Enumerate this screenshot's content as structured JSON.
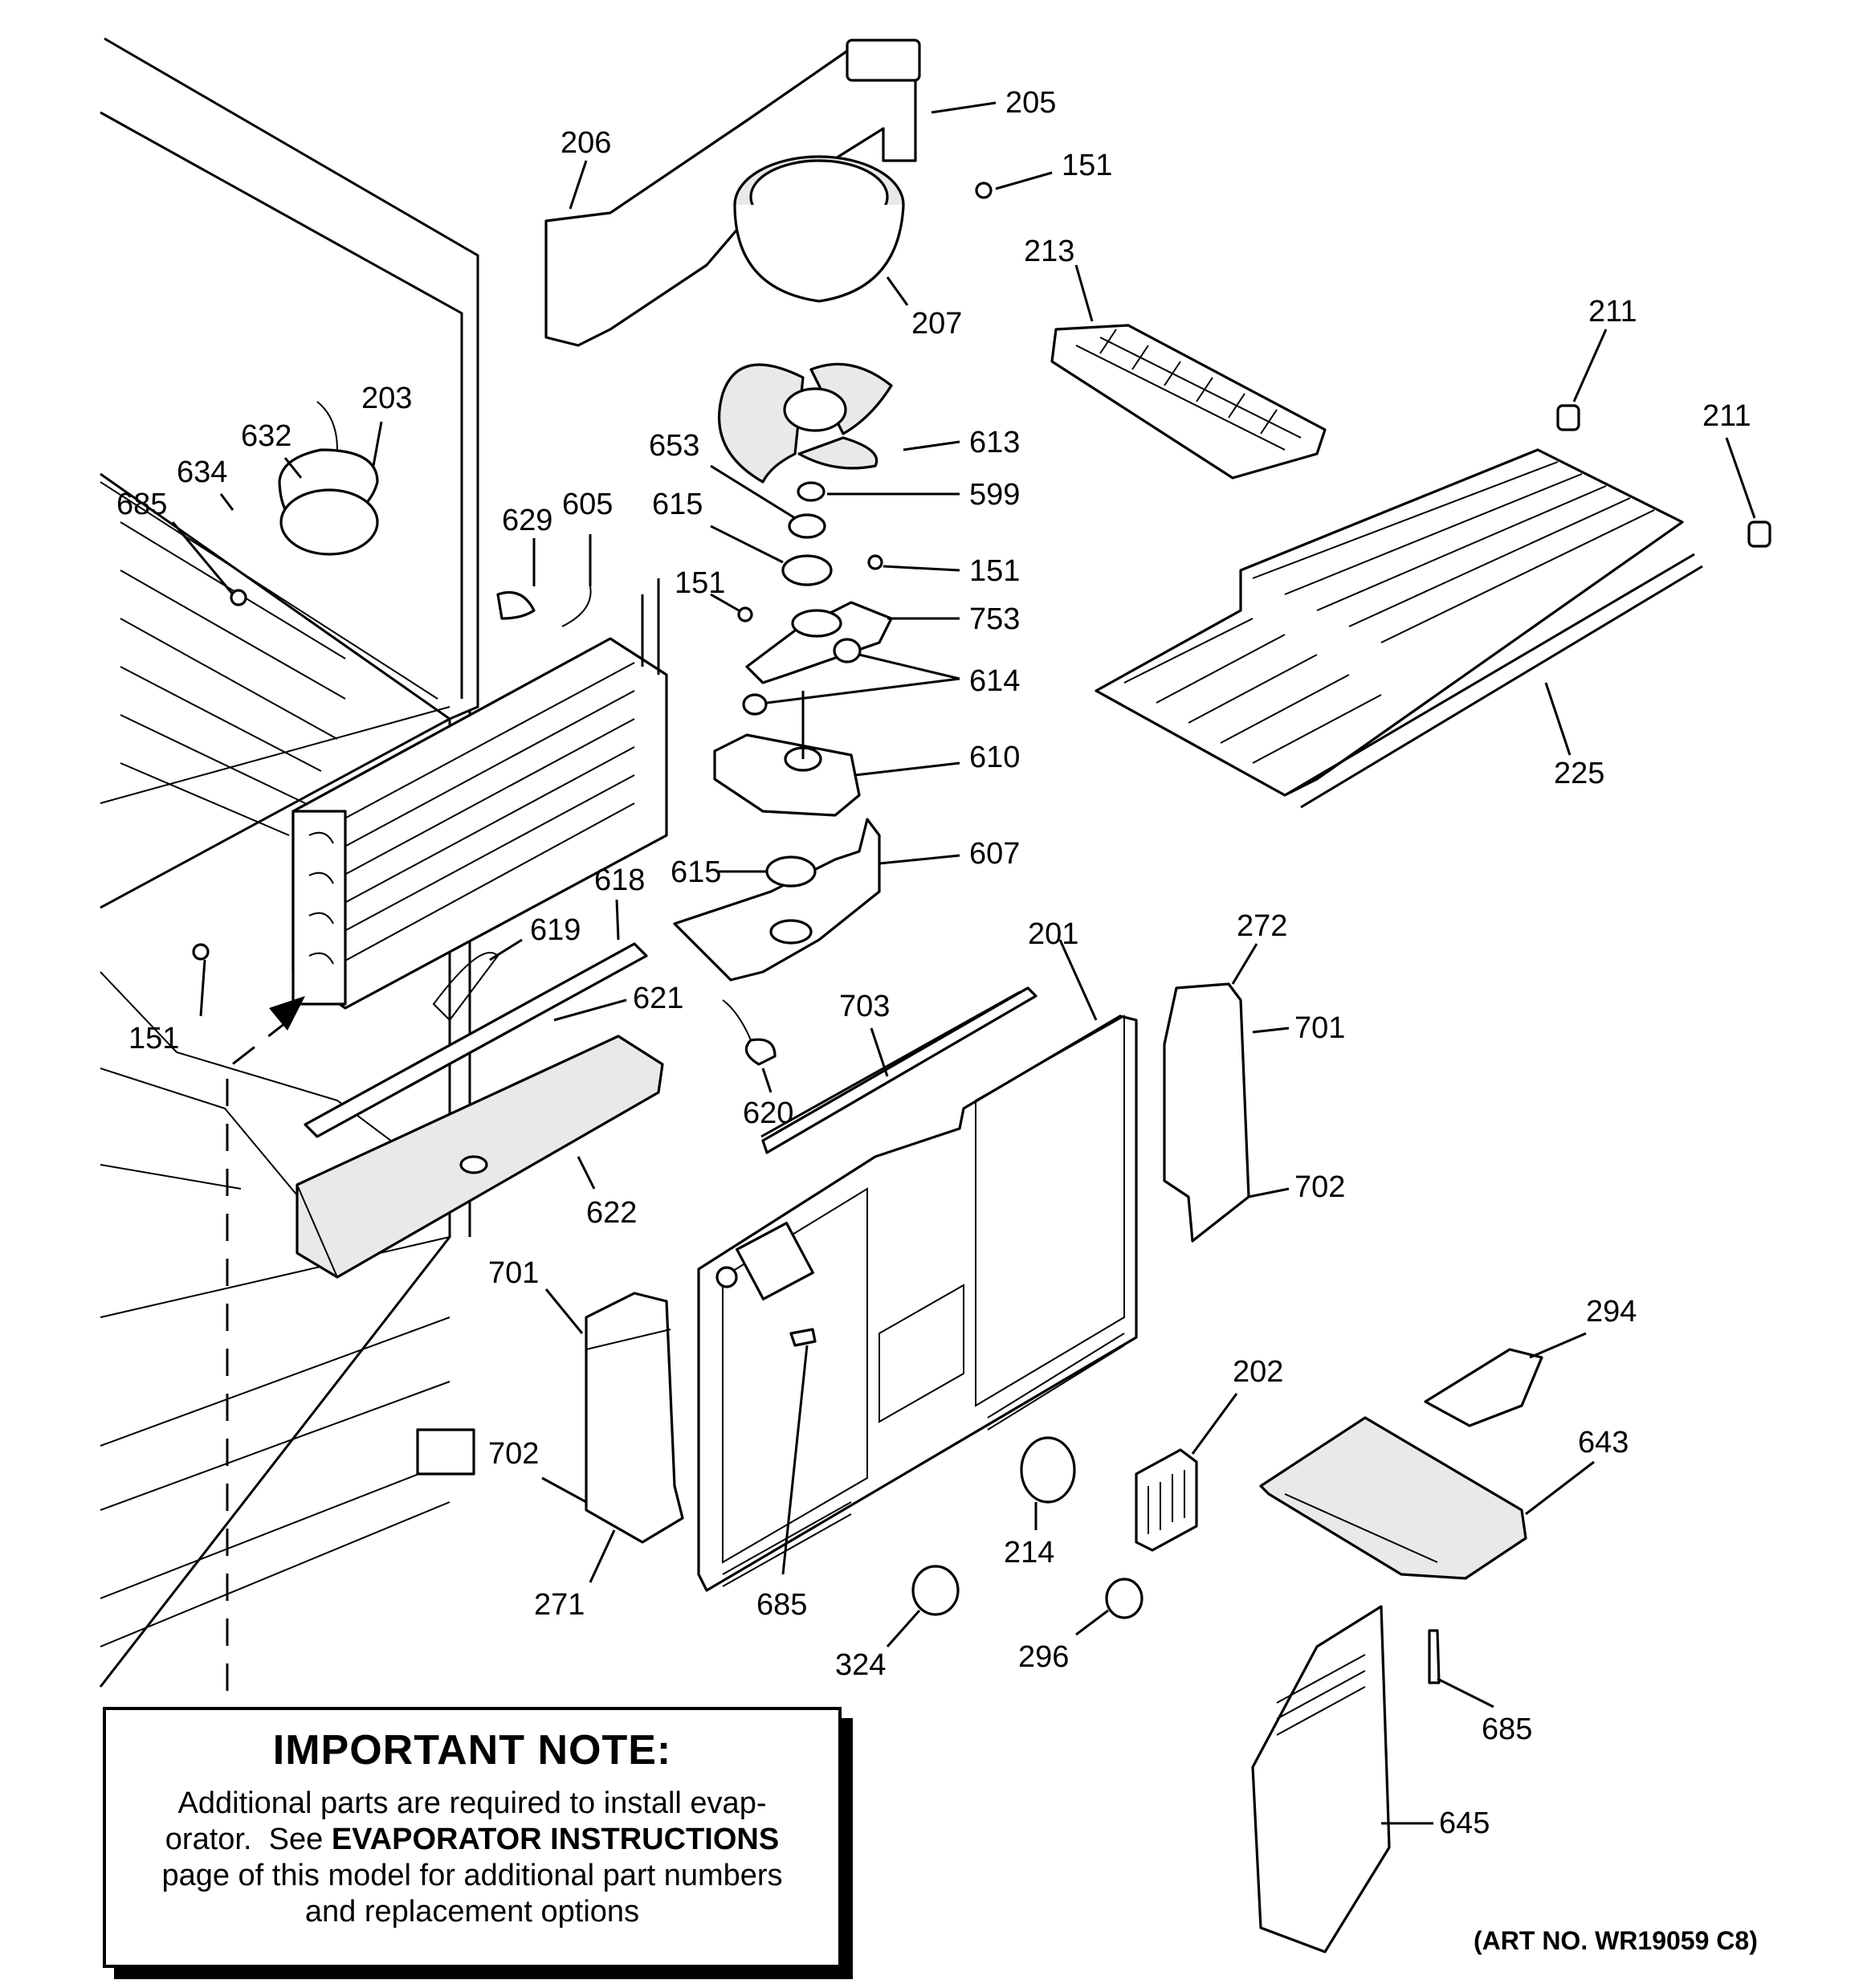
{
  "labels": {
    "l205": "205",
    "l206": "206",
    "l151a": "151",
    "l213": "213",
    "l207": "207",
    "l211a": "211",
    "l211b": "211",
    "l203": "203",
    "l632": "632",
    "l634": "634",
    "l685a": "685",
    "l653": "653",
    "l613": "613",
    "l599": "599",
    "l615a": "615",
    "l629": "629",
    "l605": "605",
    "l151b": "151",
    "l151c": "151",
    "l753": "753",
    "l614": "614",
    "l610": "610",
    "l225": "225",
    "l618": "618",
    "l615b": "615",
    "l607": "607",
    "l619": "619",
    "l621": "621",
    "l201": "201",
    "l272": "272",
    "l151d": "151",
    "l703": "703",
    "l701a": "701",
    "l620": "620",
    "l622": "622",
    "l702a": "702",
    "l701b": "701",
    "l294": "294",
    "l202": "202",
    "l643": "643",
    "l702b": "702",
    "l214": "214",
    "l271": "271",
    "l685b": "685",
    "l324": "324",
    "l296": "296",
    "l685c": "685",
    "l645": "645"
  },
  "note": {
    "title": "IMPORTANT NOTE:",
    "line1": "Additional parts are required to install evap-",
    "line2a": "orator.  See ",
    "line2b": "EVAPORATOR INSTRUCTIONS",
    "line3": "page of this model for additional part numbers",
    "line4": "and replacement options"
  },
  "art_number": "(ART NO. WR19059 C8)"
}
